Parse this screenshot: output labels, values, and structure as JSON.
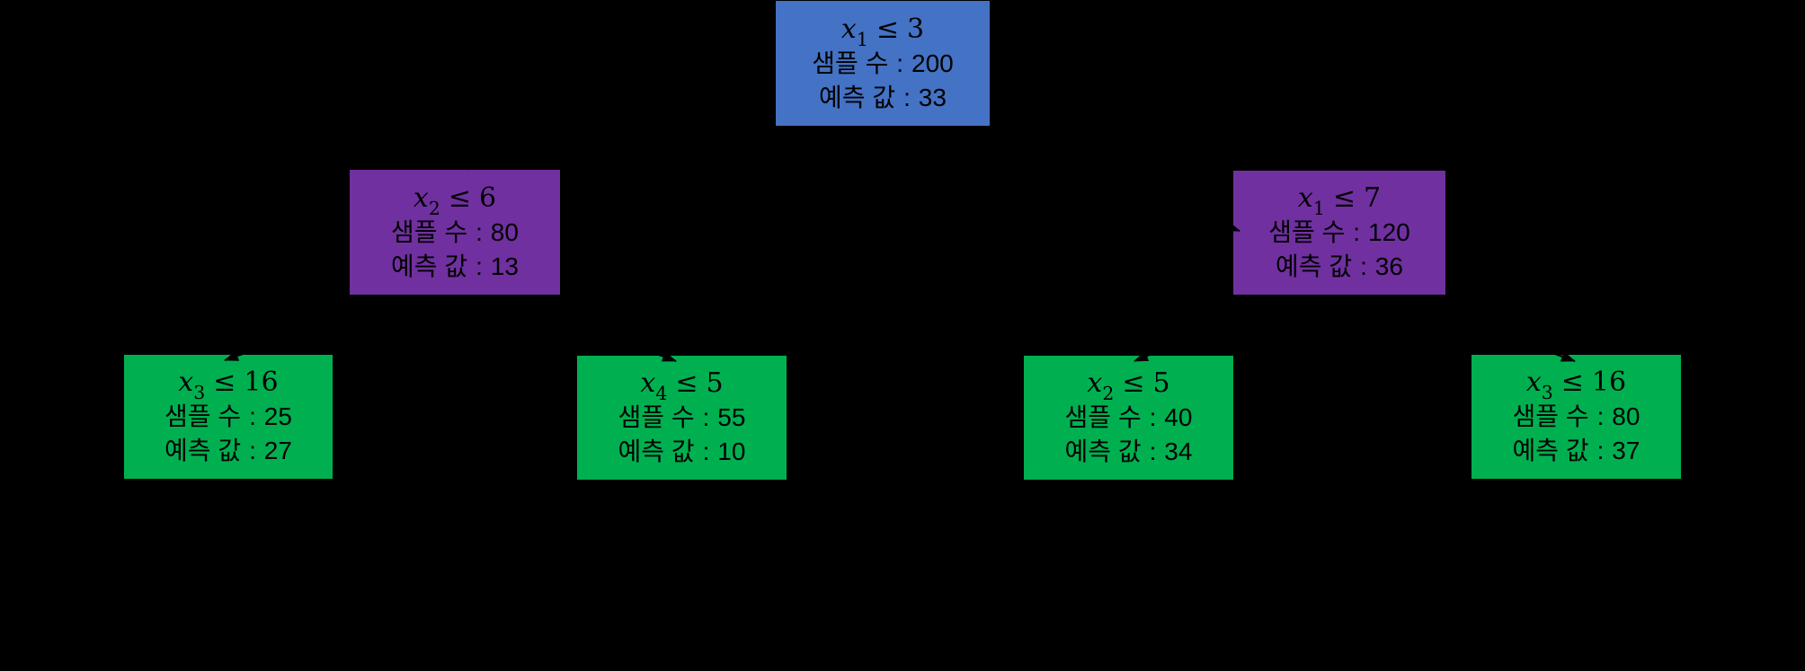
{
  "diagram": {
    "type": "decision-tree",
    "background": "#000000",
    "colors": {
      "root_node": "#4472C4",
      "internal_node": "#7030A0",
      "leaf_node": "#00B050",
      "node_text": "#000000",
      "connector": "#000000"
    },
    "labels": {
      "samples": "샘플 수",
      "prediction": "예측 값",
      "separator": ":"
    },
    "nodes": [
      {
        "id": "root",
        "depth": 0,
        "color": "#4472C4",
        "variable": "x",
        "subscript": "1",
        "operator": "≤",
        "threshold": "3",
        "samples": "200",
        "prediction": "33"
      },
      {
        "id": "internal-left",
        "depth": 1,
        "color": "#7030A0",
        "variable": "x",
        "subscript": "2",
        "operator": "≤",
        "threshold": "6",
        "samples": "80",
        "prediction": "13"
      },
      {
        "id": "internal-right",
        "depth": 1,
        "color": "#7030A0",
        "variable": "x",
        "subscript": "1",
        "operator": "≤",
        "threshold": "7",
        "samples": "120",
        "prediction": "36"
      },
      {
        "id": "leaf-1",
        "depth": 2,
        "color": "#00B050",
        "variable": "x",
        "subscript": "3",
        "operator": "≤",
        "threshold": "16",
        "samples": "25",
        "prediction": "27"
      },
      {
        "id": "leaf-2",
        "depth": 2,
        "color": "#00B050",
        "variable": "x",
        "subscript": "4",
        "operator": "≤",
        "threshold": "5",
        "samples": "55",
        "prediction": "10"
      },
      {
        "id": "leaf-3",
        "depth": 2,
        "color": "#00B050",
        "variable": "x",
        "subscript": "2",
        "operator": "≤",
        "threshold": "5",
        "samples": "40",
        "prediction": "34"
      },
      {
        "id": "leaf-4",
        "depth": 2,
        "color": "#00B050",
        "variable": "x",
        "subscript": "3",
        "operator": "≤",
        "threshold": "16",
        "samples": "80",
        "prediction": "37"
      }
    ],
    "edges": [
      {
        "from": "root",
        "to": "internal-left"
      },
      {
        "from": "root",
        "to": "internal-right"
      },
      {
        "from": "internal-left",
        "to": "leaf-1"
      },
      {
        "from": "internal-left",
        "to": "leaf-2"
      },
      {
        "from": "internal-right",
        "to": "leaf-3"
      },
      {
        "from": "internal-right",
        "to": "leaf-4"
      }
    ]
  }
}
